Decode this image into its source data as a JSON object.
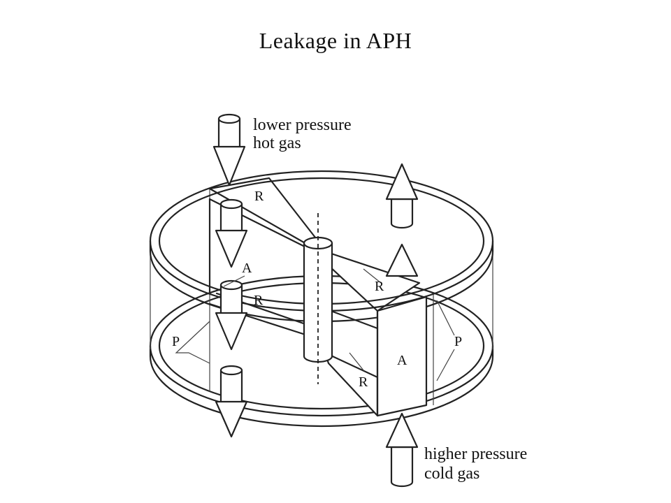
{
  "title": "Leakage in APH",
  "diagram": {
    "labels": {
      "lower_pressure": "lower pressure",
      "hot_gas": "hot gas",
      "higher_pressure": "higher pressure",
      "cold_gas": "cold gas",
      "r_top_left": "R",
      "a_left": "A",
      "r_left_mid": "R",
      "p_left": "P",
      "r_right_upper": "R",
      "a_right": "A",
      "p_right": "P",
      "r_right_lower": "R"
    }
  }
}
